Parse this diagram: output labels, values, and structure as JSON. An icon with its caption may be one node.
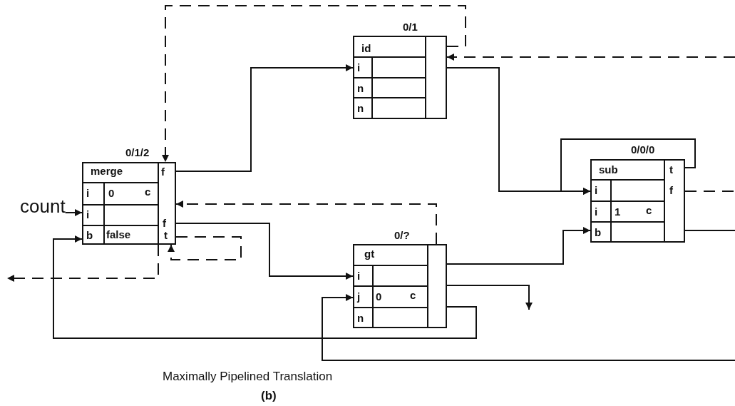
{
  "diagram": {
    "caption": "Maximally Pipelined Translation",
    "nodes": [
      {
        "text": [
          "count"
        ]
      },
      {
        "text": [
          "0/1/2",
          "merge",
          "f",
          "i",
          "0",
          "c",
          "i",
          "b",
          "false",
          "f",
          "t"
        ]
      },
      {
        "text": [
          "0/1",
          "id",
          "i",
          "n",
          "n"
        ]
      },
      {
        "text": [
          "0/?",
          "gt",
          "i",
          "j",
          "0",
          "c",
          "n"
        ]
      },
      {
        "text": [
          "0/0/0",
          "sub",
          "t",
          "f",
          "i",
          "i",
          "1",
          "c",
          "b"
        ]
      }
    ],
    "edges": [
      {
        "from": 0,
        "to": 1,
        "arrow": "to"
      },
      {
        "from": 1,
        "to": 2,
        "arrow": "to"
      },
      {
        "from": 2,
        "to": 1,
        "arrow": "to",
        "style": "dashed"
      },
      {
        "from": null,
        "to": 2,
        "arrow": "to",
        "style": "dashed"
      },
      {
        "from": 2,
        "to": 4,
        "arrow": "to"
      },
      {
        "from": 4,
        "to": 4,
        "arrow": "to"
      },
      {
        "from": 4,
        "to": null,
        "arrow": "none",
        "style": "dashed"
      },
      {
        "from": 4,
        "to": null,
        "arrow": "none"
      },
      {
        "from": 1,
        "to": 3,
        "arrow": "to"
      },
      {
        "from": 3,
        "to": 1,
        "arrow": "to",
        "style": "dashed"
      },
      {
        "from": 1,
        "to": 1,
        "arrow": "to",
        "style": "dashed"
      },
      {
        "from": 1,
        "to": null,
        "arrow": "to",
        "style": "dashed"
      },
      {
        "from": 3,
        "to": null,
        "arrow": "to"
      },
      {
        "from": 3,
        "to": 4,
        "arrow": "to"
      },
      {
        "from": 3,
        "to": 1,
        "arrow": "to"
      },
      {
        "from": null,
        "to": 3,
        "arrow": "to"
      }
    ],
    "labels": [
      "(b)"
    ]
  }
}
